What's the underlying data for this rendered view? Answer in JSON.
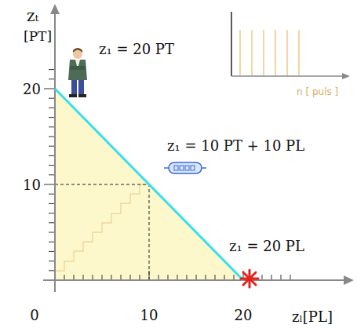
{
  "diagram": {
    "labels": [
      "zₜ",
      "[PT]",
      "20",
      "10",
      "0",
      "10",
      "20",
      "zₗ[PL]",
      "z₁ = 20 PT",
      "z₁ = 10 PT + 10 PL",
      "z₁ = 20 PL",
      "n [ puls ]"
    ]
  }
}
